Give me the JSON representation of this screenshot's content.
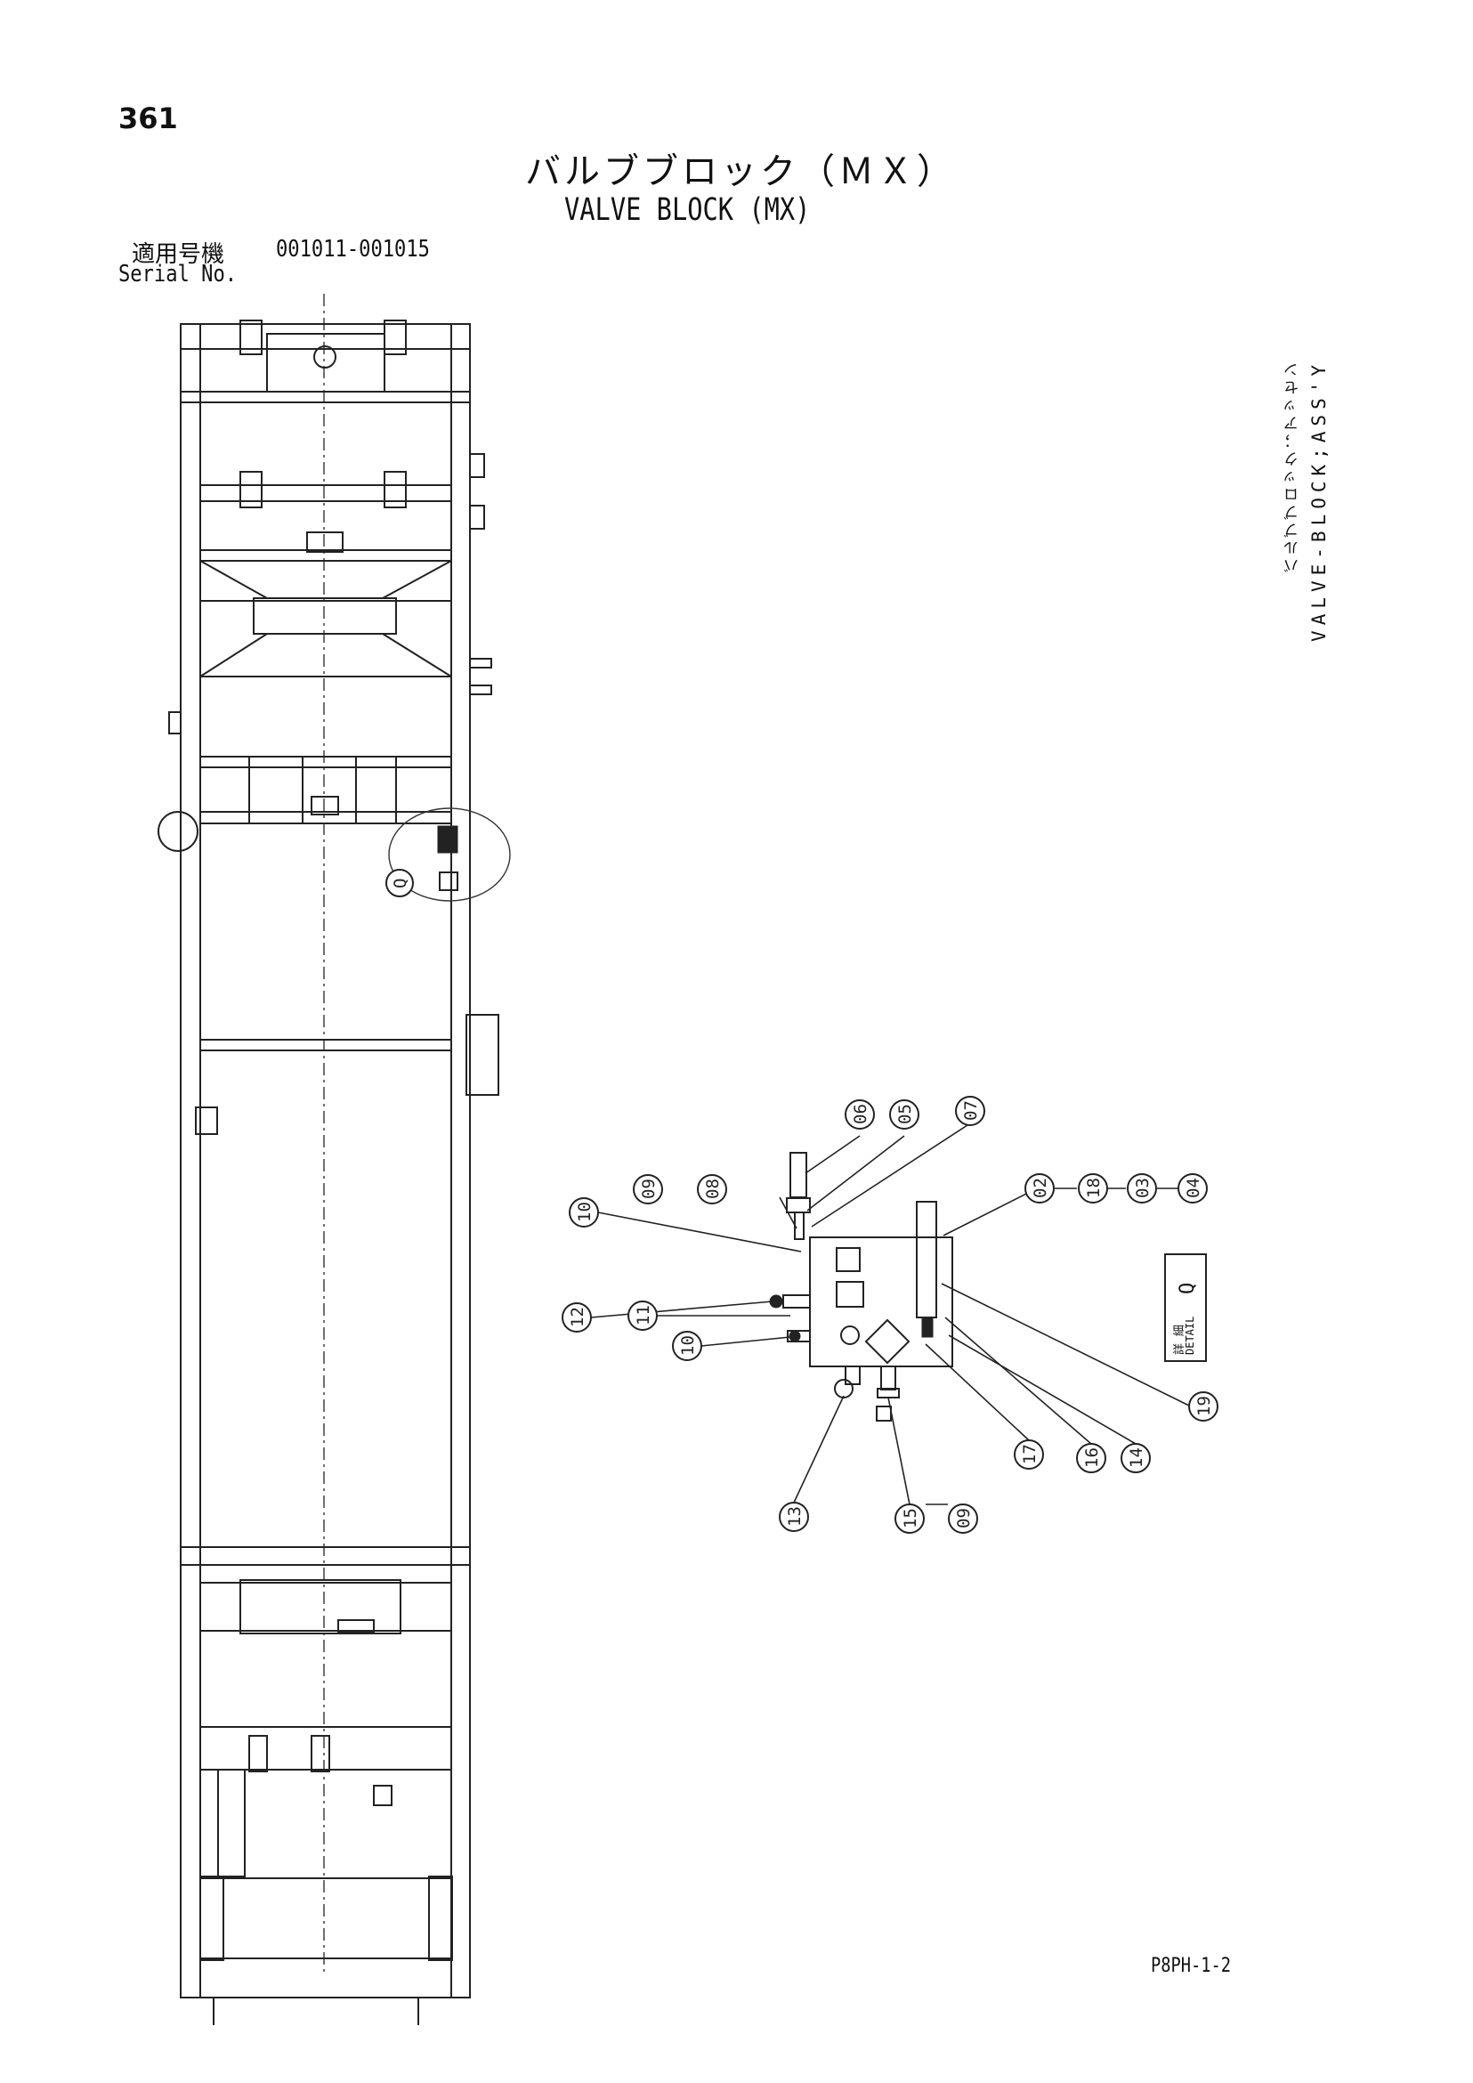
{
  "page": {
    "number": "361",
    "title_jp": "バルブブロック（ＭＸ）",
    "title_en": "VALVE BLOCK (MX)",
    "serial_label_jp": "適用号機",
    "serial_range": "001011-001015",
    "serial_label_en": "Serial No.",
    "side_label_jp": "バルブブロック；アッセン",
    "side_label_en": "VALVE-BLOCK;ASS'Y",
    "footer_code": "P8PH-1-2"
  },
  "detail": {
    "marker": "Q",
    "label_jp": "詳 細",
    "label_en": "DETAIL",
    "box_letter": "Q"
  },
  "callouts": [
    "06",
    "05",
    "07",
    "09",
    "08",
    "10",
    "02",
    "18",
    "03",
    "04",
    "12",
    "11",
    "10",
    "19",
    "16",
    "14",
    "17",
    "13",
    "15",
    "09"
  ]
}
